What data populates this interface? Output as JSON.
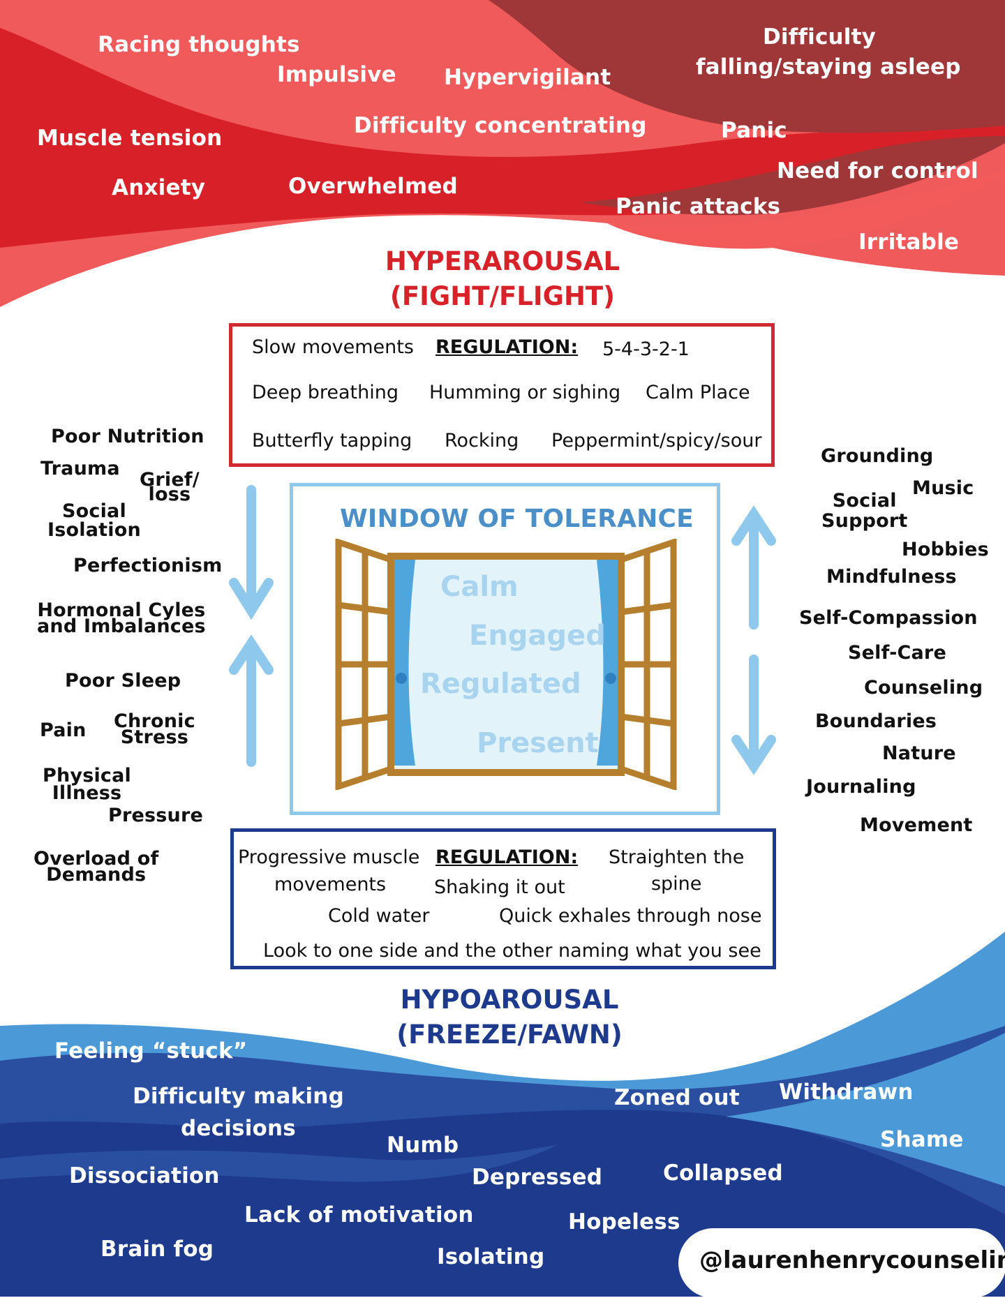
{
  "colors": {
    "hyper_red": "#d62228",
    "hyper_light": "#f35a5a",
    "hyper_dark": "#9e3638",
    "hypo_light": "#4d9ad8",
    "hypo_dark": "#1d3a8c",
    "window_blue": "#8ec8ec",
    "reg_box_red": "#cf2a30",
    "reg_box_blue": "#1d3a8c"
  },
  "hyper": {
    "symptoms": {
      "racing": "Racing thoughts",
      "impulsive": "Impulsive",
      "hypervigilant": "Hypervigilant",
      "sleep_1": "Difficulty",
      "sleep_2": "falling/staying  asleep",
      "muscle": "Muscle tension",
      "concentrating": "Difficulty concentrating",
      "panic": "Panic",
      "anxiety": "Anxiety",
      "overwhelmed": "Overwhelmed",
      "control": "Need for control",
      "panic_attacks": "Panic attacks",
      "irritable": "Irritable"
    },
    "heading_1": "HYPERAROUSAL",
    "heading_2": "(FIGHT/FLIGHT)",
    "regulation": {
      "title": "REGULATION:",
      "items": [
        "Slow movements",
        "5-4-3-2-1",
        "Deep breathing",
        "Humming or sighing",
        "Calm Place",
        "Butterfly tapping",
        "Rocking",
        "Peppermint/spicy/sour"
      ]
    }
  },
  "window": {
    "title": "WINDOW OF TOLERANCE",
    "states": [
      "Calm",
      "Engaged",
      "Regulated",
      "Present"
    ]
  },
  "left_factors": {
    "nutrition": "Poor Nutrition",
    "trauma": "Trauma",
    "grief_1": "Grief/",
    "grief_2": "loss",
    "social_1": "Social",
    "social_2": "Isolation",
    "perfectionism": "Perfectionism",
    "hormonal_1": "Hormonal Cyles",
    "hormonal_2": "and Imbalances",
    "sleep": "Poor Sleep",
    "pain": "Pain",
    "chronic_1": "Chronic",
    "chronic_2": "Stress",
    "physical_1": "Physical",
    "physical_2": "Illness",
    "pressure": "Pressure",
    "overload_1": "Overload of",
    "overload_2": "Demands"
  },
  "right_factors": {
    "grounding": "Grounding",
    "music": "Music",
    "support_1": "Social",
    "support_2": "Support",
    "hobbies": "Hobbies",
    "mindfulness": "Mindfulness",
    "compassion": "Self-Compassion",
    "care": "Self-Care",
    "counseling": "Counseling",
    "boundaries": "Boundaries",
    "nature": "Nature",
    "journaling": "Journaling",
    "movement": "Movement"
  },
  "hypo": {
    "regulation": {
      "title": "REGULATION:",
      "pmr_1": "Progressive muscle",
      "pmr_2": "movements",
      "shaking": "Shaking it out",
      "spine_1": "Straighten the",
      "spine_2": "spine",
      "cold": "Cold water",
      "exhales": "Quick exhales through nose",
      "look": "Look to one side and the other naming what you see"
    },
    "heading_1": "HYPOAROUSAL",
    "heading_2": "(FREEZE/FAWN)",
    "symptoms": {
      "stuck": "Feeling “stuck”",
      "decisions_1": "Difficulty making",
      "decisions_2": "decisions",
      "zoned": "Zoned out",
      "withdrawn": "Withdrawn",
      "shame": "Shame",
      "numb": "Numb",
      "dissociation": "Dissociation",
      "depressed": "Depressed",
      "collapsed": "Collapsed",
      "motivation": "Lack of motivation",
      "hopeless": "Hopeless",
      "brainfog": "Brain fog",
      "isolating": "Isolating"
    }
  },
  "handle": "@laurenhenrycounseling"
}
